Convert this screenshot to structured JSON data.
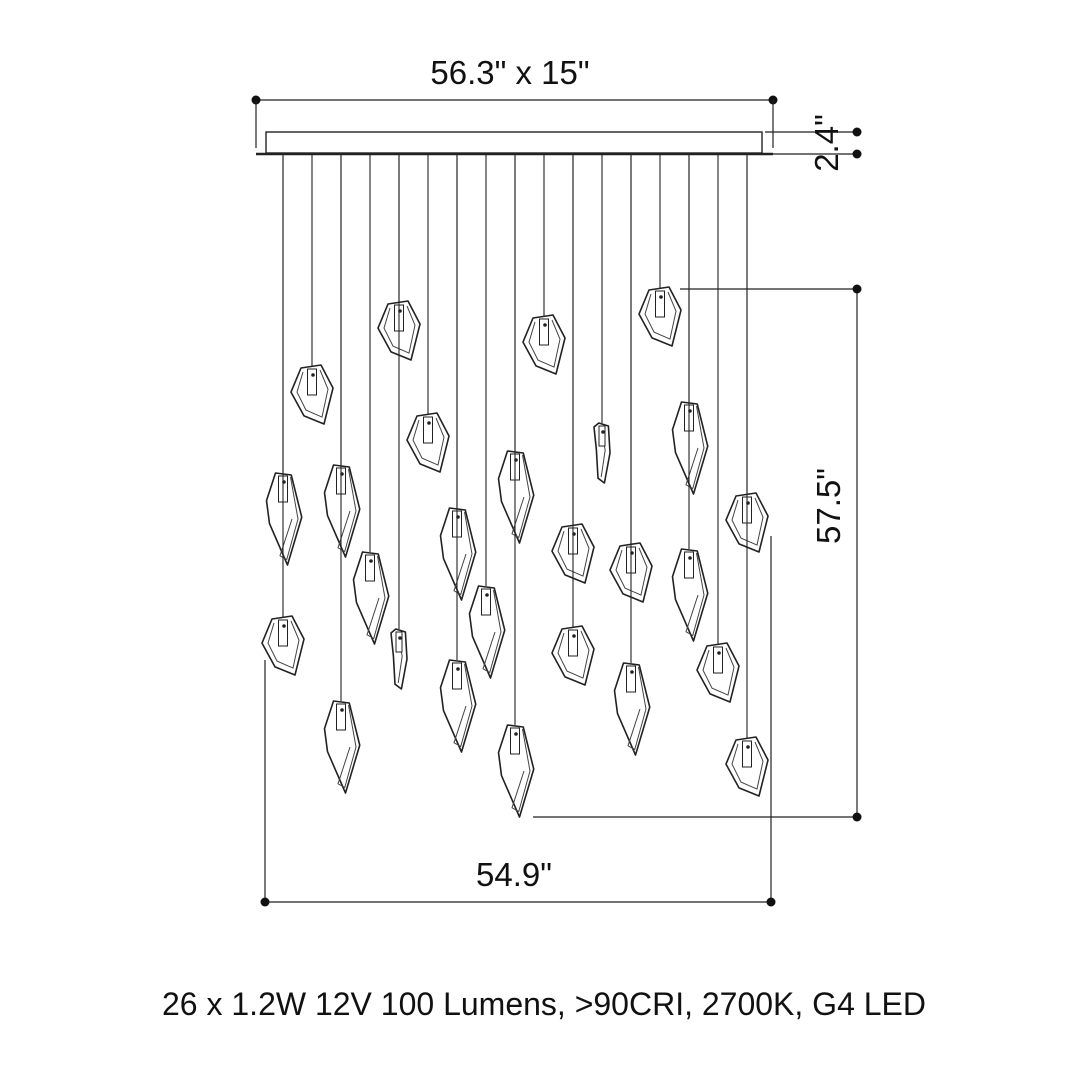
{
  "dimensions": {
    "canopy_size": "56.3\" x 15\"",
    "canopy_height": "2.4\"",
    "drop_height": "57.5\"",
    "spread_width": "54.9\""
  },
  "spec": "26 x 1.2W 12V 100 Lumens, >90CRI, 2700K, G4 LED",
  "pendant_count": 26,
  "line_color": "#222222",
  "text_color": "#111111"
}
